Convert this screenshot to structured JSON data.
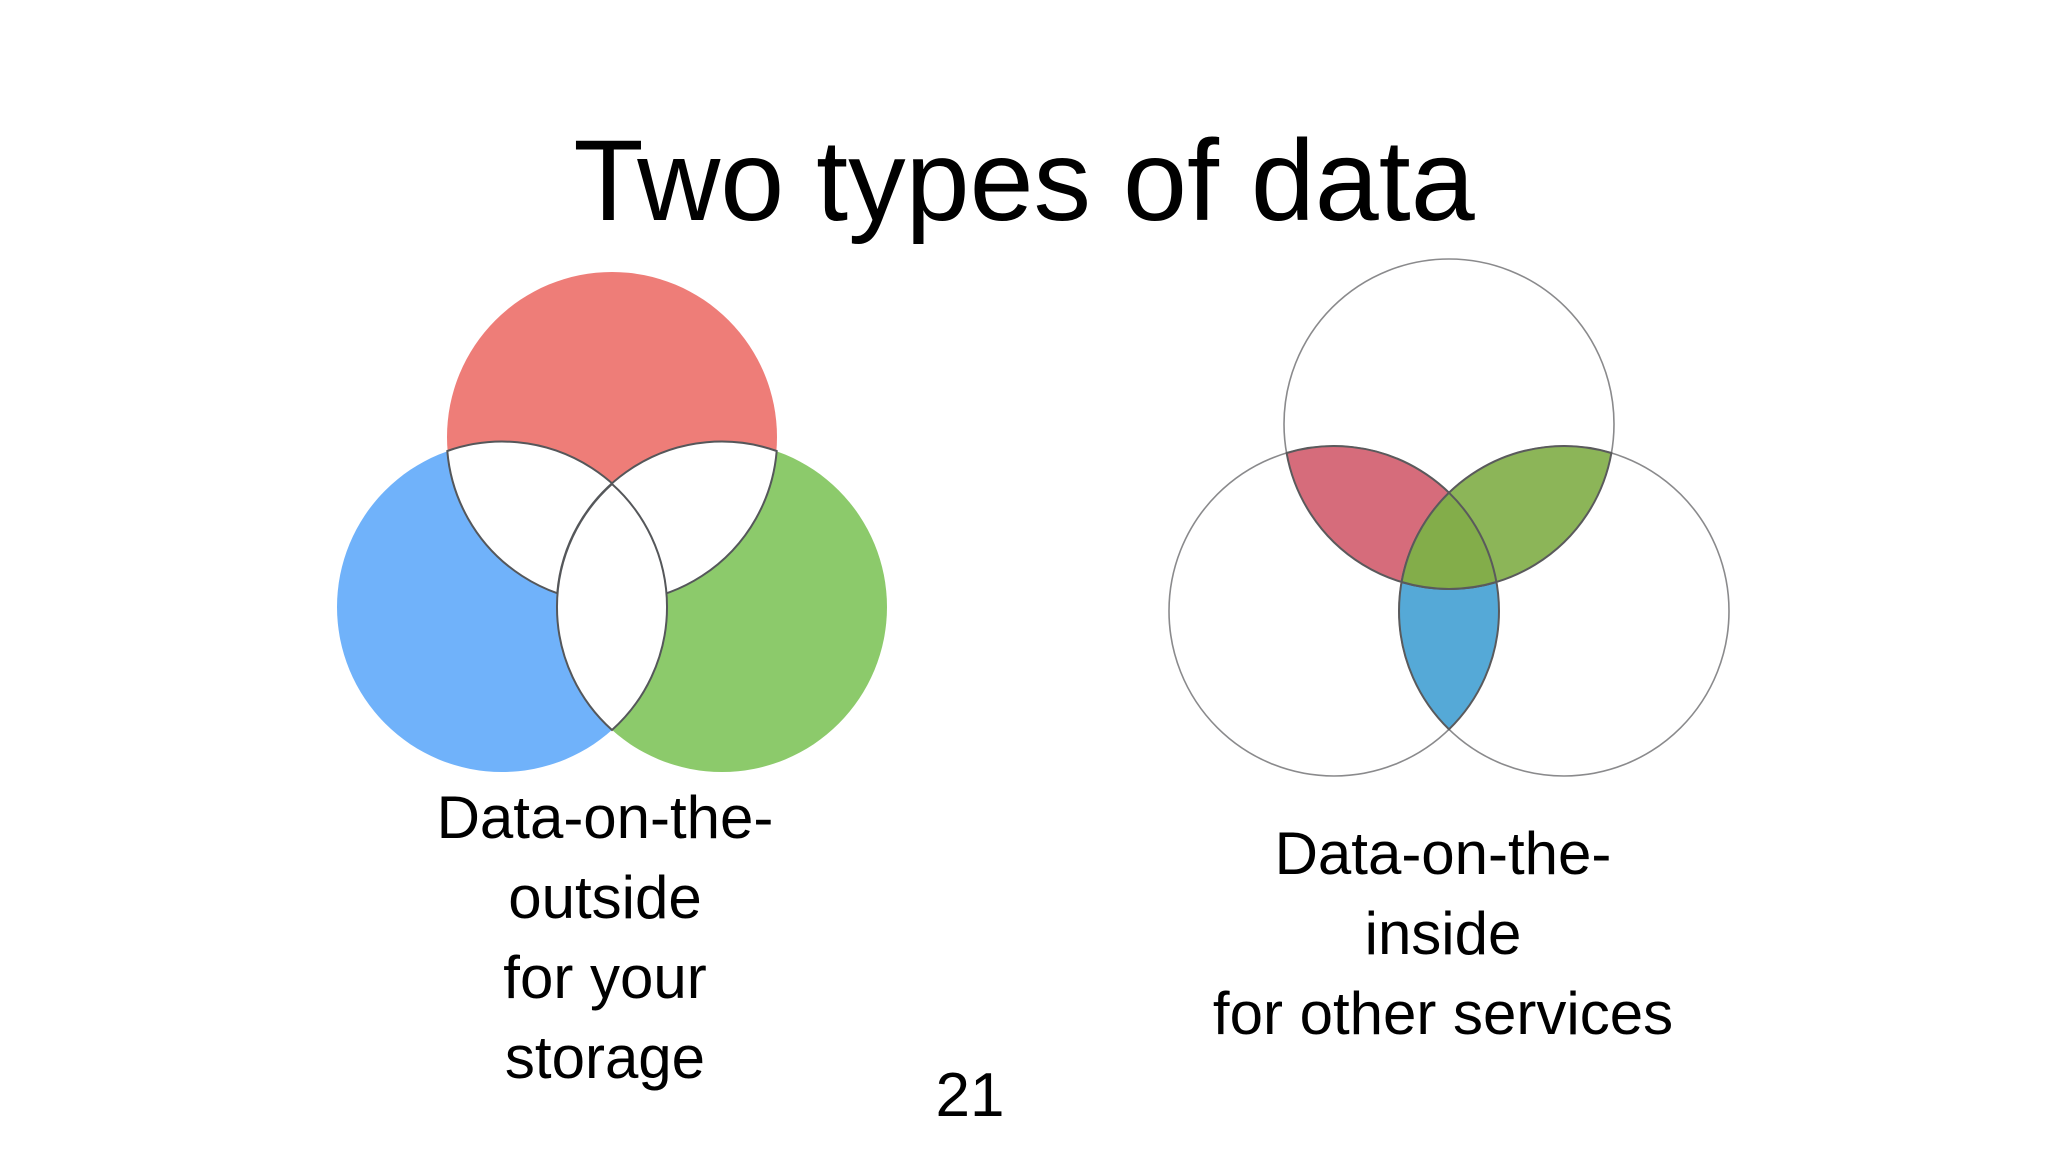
{
  "slide": {
    "title": "Two types of data",
    "page_number": "21",
    "background_color": "#ffffff",
    "text_color": "#000000"
  },
  "venn_outside": {
    "label_lines": [
      "Data-on-the-",
      "outside",
      "for your",
      "storage"
    ],
    "colors": {
      "top_circle": "#ee7d78",
      "left_circle": "#70b2fa",
      "right_circle": "#8cca6b",
      "overlap_fill": "#ffffff",
      "overlap_stroke": "#55575a"
    }
  },
  "venn_inside": {
    "label_lines": [
      "Data-on-the-",
      "inside",
      "for other services"
    ],
    "colors": {
      "circle_fill": "#ffffff",
      "circle_outline": "#8a8a8c",
      "top_left_overlap": "#d66c7b",
      "top_right_overlap": "#8cb558",
      "center_overlap": "#83ad4a",
      "bottom_overlap": "#55a9d7",
      "overlap_stroke": "#5a5a5c"
    }
  }
}
